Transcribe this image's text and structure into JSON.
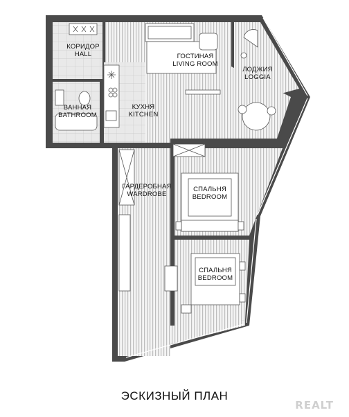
{
  "rooms": {
    "hall": {
      "ru": "КОРИДОР",
      "en": "HALL"
    },
    "living": {
      "ru": "ГОСТИНАЯ",
      "en": "LIVING ROOM"
    },
    "loggia": {
      "ru": "ЛОДЖИЯ",
      "en": "LOGGIA"
    },
    "bathroom": {
      "ru": "ВАННАЯ",
      "en": "BATHROOM"
    },
    "kitchen": {
      "ru": "КУХНЯ",
      "en": "KITCHEN"
    },
    "wardrobe": {
      "ru": "ГАРДЕРОБНАЯ",
      "en": "WARDROBE"
    },
    "bedroom1": {
      "ru": "СПАЛЬНЯ",
      "en": "BEDROOM"
    },
    "bedroom2": {
      "ru": "СПАЛЬНЯ",
      "en": "BEDROOM"
    }
  },
  "caption": "ЭСКИЗНЫЙ ПЛАН",
  "watermark": "REALT",
  "colors": {
    "wall": "#4a4a4a",
    "floor_stripe": "#bdbdbd",
    "tile": "#d9d9d9"
  }
}
